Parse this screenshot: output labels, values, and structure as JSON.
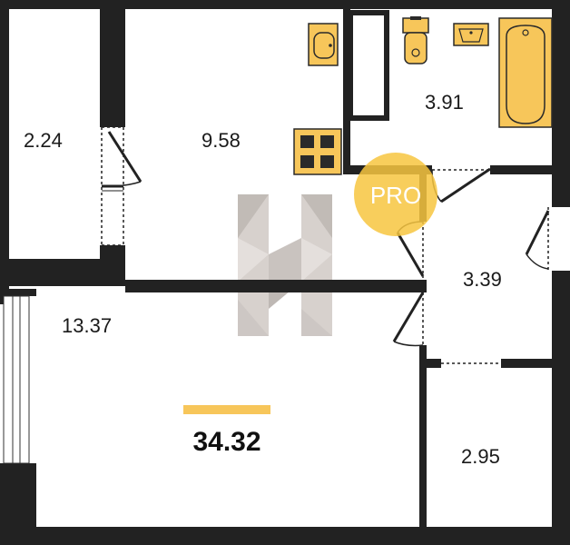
{
  "colors": {
    "wall": "#222222",
    "fixture_fill": "#F7C65A",
    "fixture_stroke": "#2a2a2a",
    "accent_bar": "#F7C65A",
    "badge_fill": "#F7C540",
    "watermark": "#8a7f78",
    "text": "#1a1a1a"
  },
  "rooms": [
    {
      "id": "balcony",
      "area": "2.24"
    },
    {
      "id": "kitchen",
      "area": "9.58"
    },
    {
      "id": "bathroom",
      "area": "3.91"
    },
    {
      "id": "hallway",
      "area": "3.39"
    },
    {
      "id": "living-room",
      "area": "13.37"
    },
    {
      "id": "storage",
      "area": "2.95"
    }
  ],
  "total_area": "34.32",
  "badge": {
    "text": "PRO"
  },
  "icons": [
    "sink-icon",
    "toilet-icon",
    "bathtub-icon",
    "stove-icon",
    "watermark-logo"
  ]
}
